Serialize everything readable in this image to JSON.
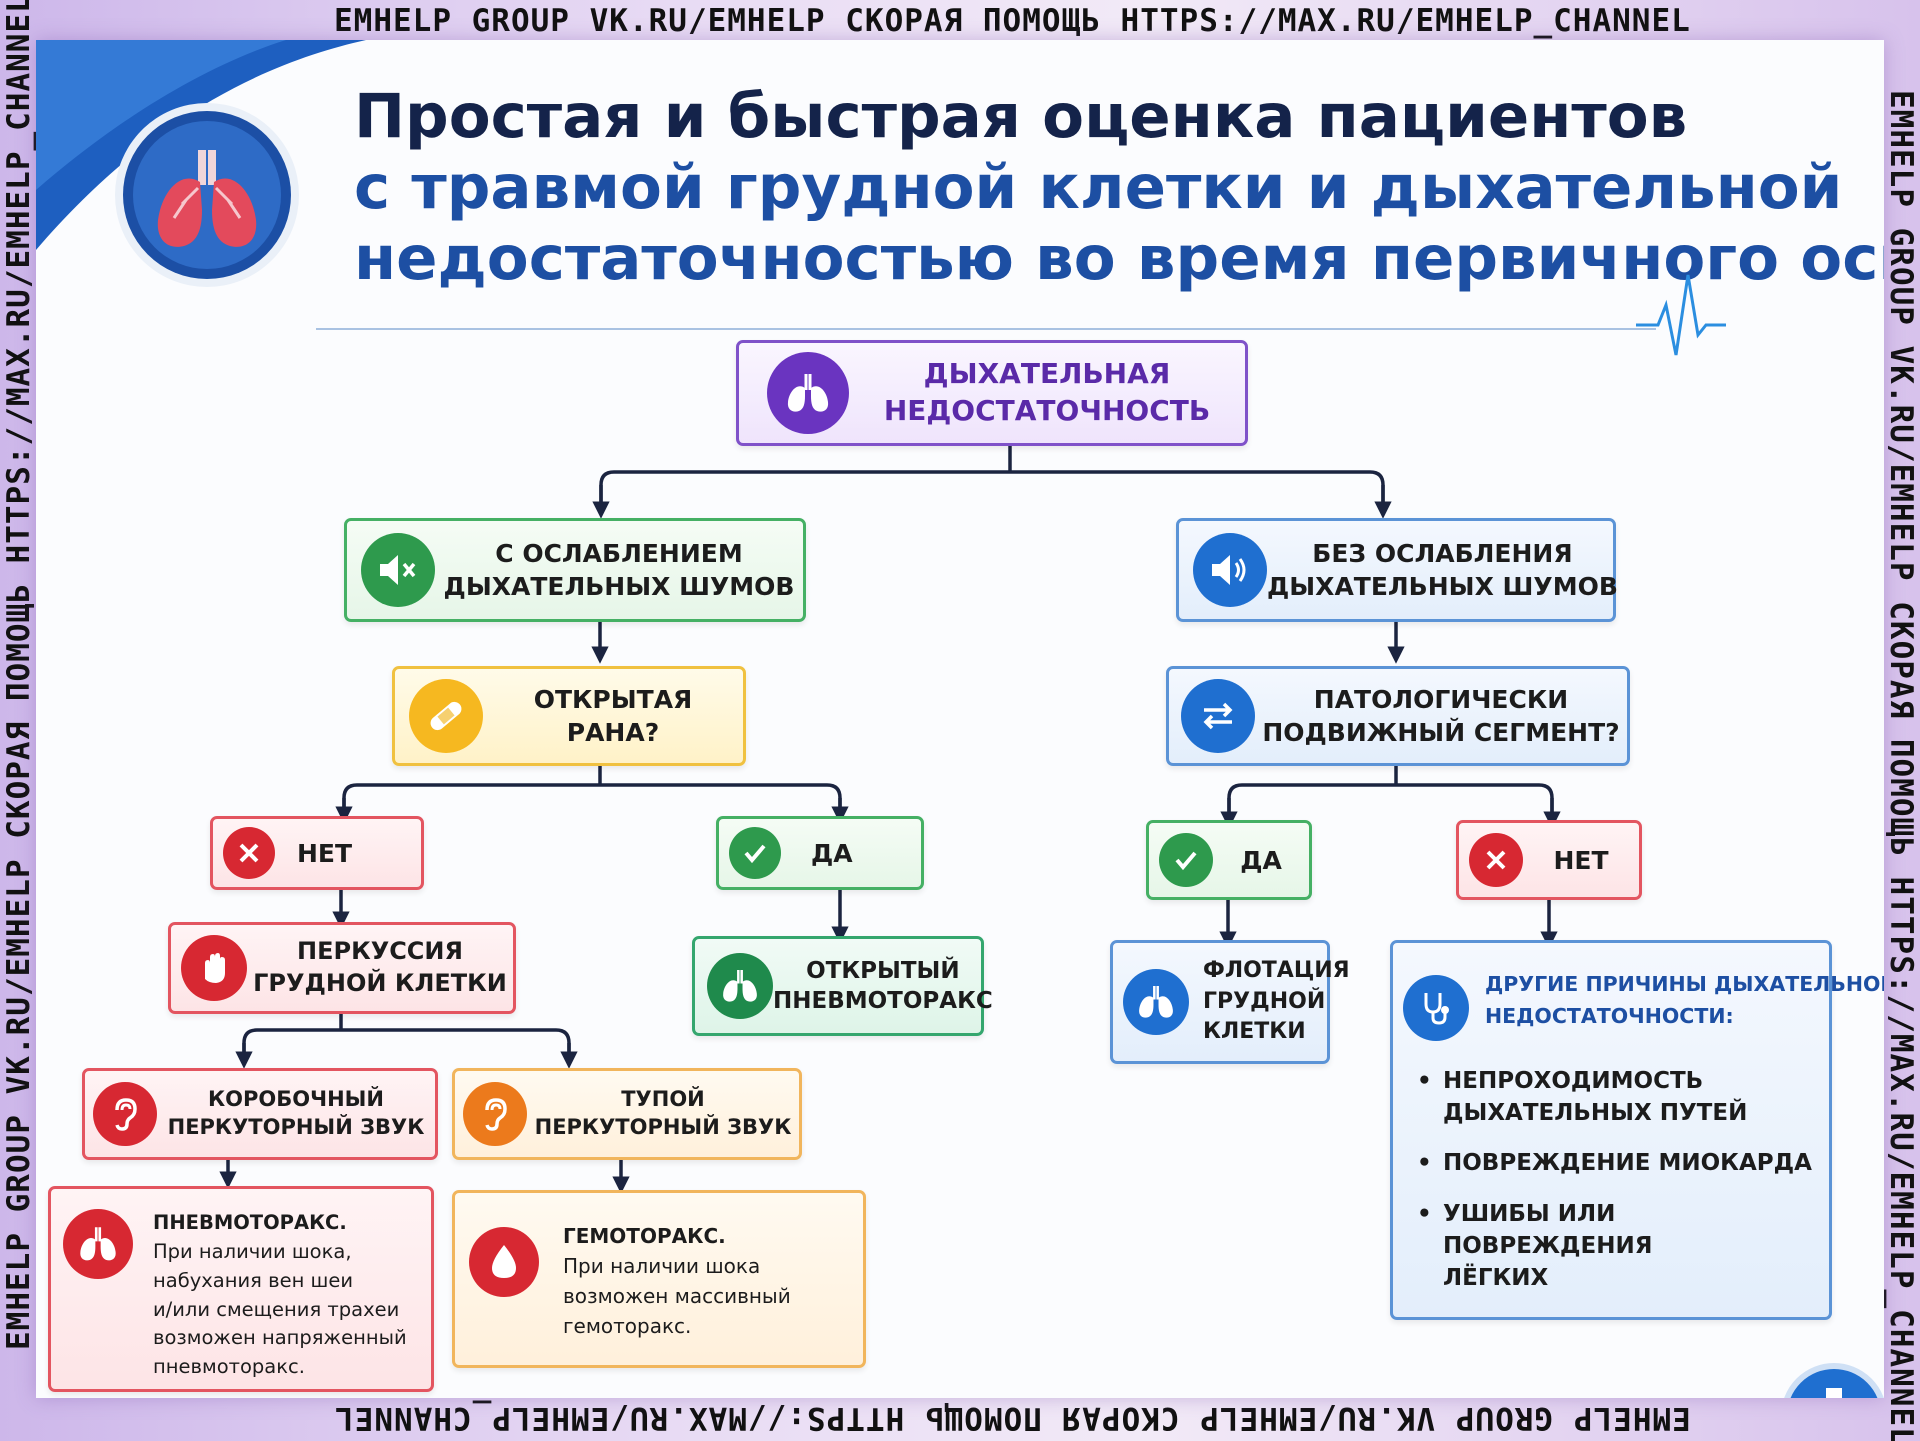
{
  "watermark": "EMHELP GROUP  VK.RU/EMHELP  СКОРАЯ ПОМОЩЬ  HTTPS://MAX.RU/EMHELP_CHANNEL",
  "watermark_side": "EMHELP GROUP  VK.RU/EMHELP  СКОРАЯ ПОМОЩЬ  HTTPS://MAX.RU/EMHELP_CHANNEL",
  "title": {
    "line1": "Простая и быстрая оценка пациентов",
    "line2": "с травмой грудной клетки и дыхательной",
    "line3": "недостаточностью во время первичного осмотра"
  },
  "colors": {
    "title_dark": "#14234a",
    "title_blue": "#1d4fa3",
    "green": "#45b064",
    "blue": "#5b93d6",
    "red": "#e35560",
    "yellow": "#f0c140",
    "orange": "#f1b55c",
    "purple": "#7f52c9",
    "connector": "#1b2440"
  },
  "nodes": {
    "root": {
      "line1": "ДЫХАТЕЛЬНАЯ",
      "line2": "НЕДОСТАТОЧНОСТЬ",
      "icon": "lungs-icon"
    },
    "diminished": {
      "line1": "С ОСЛАБЛЕНИЕМ",
      "line2": "ДЫХАТЕЛЬНЫХ ШУМОВ",
      "icon": "speaker-muted-icon"
    },
    "not_diminished": {
      "line1": "БЕЗ ОСЛАБЛЕНИЯ",
      "line2": "ДЫХАТЕЛЬНЫХ ШУМОВ",
      "icon": "speaker-sound-icon"
    },
    "open_wound": {
      "line1": "ОТКРЫТАЯ",
      "line2": "РАНА?",
      "icon": "bandage-icon"
    },
    "flail_question": {
      "line1": "ПАТОЛОГИЧЕСКИ",
      "line2": "ПОДВИЖНЫЙ СЕГМЕНТ?",
      "icon": "swap-arrows-icon"
    },
    "wound_no": {
      "label": "НЕТ",
      "icon": "cross-icon"
    },
    "wound_yes": {
      "label": "ДА",
      "icon": "check-icon"
    },
    "flail_yes": {
      "label": "ДА",
      "icon": "check-icon"
    },
    "flail_no": {
      "label": "НЕТ",
      "icon": "cross-icon"
    },
    "percussion": {
      "line1": "ПЕРКУССИЯ",
      "line2": "ГРУДНОЙ КЛЕТКИ",
      "icon": "hand-icon"
    },
    "open_ptx": {
      "line1": "ОТКРЫТЫЙ",
      "line2": "ПНЕВМОТОРАКС",
      "icon": "lungs-icon"
    },
    "flail_chest": {
      "line1": "ФЛОТАЦИЯ",
      "line2": "ГРУДНОЙ",
      "line3": "КЛЕТКИ",
      "icon": "lungs-icon"
    },
    "hyperresonant": {
      "line1": "КОРОБОЧНЫЙ",
      "line2": "ПЕРКУТОРНЫЙ ЗВУК",
      "icon": "ear-icon"
    },
    "dull": {
      "line1": "ТУПОЙ",
      "line2": "ПЕРКУТОРНЫЙ ЗВУК",
      "icon": "ear-icon"
    },
    "pneumothorax": {
      "title": "ПНЕВМОТОРАКС.",
      "lines": [
        "При наличии шока,",
        "набухания вен шеи",
        "и/или смещения трахеи",
        "возможен напряженный",
        "пневмоторакс."
      ],
      "icon": "lungs-icon"
    },
    "hemothorax": {
      "title": "ГЕМОТОРАКС.",
      "lines": [
        "При наличии шока",
        "возможен массивный",
        "гемоторакс."
      ],
      "icon": "blood-drop-icon"
    },
    "other_causes": {
      "title_line1": "ДРУГИЕ ПРИЧИНЫ ДЫХАТЕЛЬНОЙ",
      "title_line2": "НЕДОСТАТОЧНОСТИ:",
      "items": [
        {
          "line1": "НЕПРОХОДИМОСТЬ",
          "line2": "ДЫХАТЕЛЬНЫХ ПУТЕЙ"
        },
        {
          "line1": "ПОВРЕЖДЕНИЕ МИОКАРДА",
          "line2": ""
        },
        {
          "line1": "УШИБЫ ИЛИ ПОВРЕЖДЕНИЯ",
          "line2": "ЛЁГКИХ"
        }
      ],
      "icon": "stethoscope-icon"
    }
  }
}
